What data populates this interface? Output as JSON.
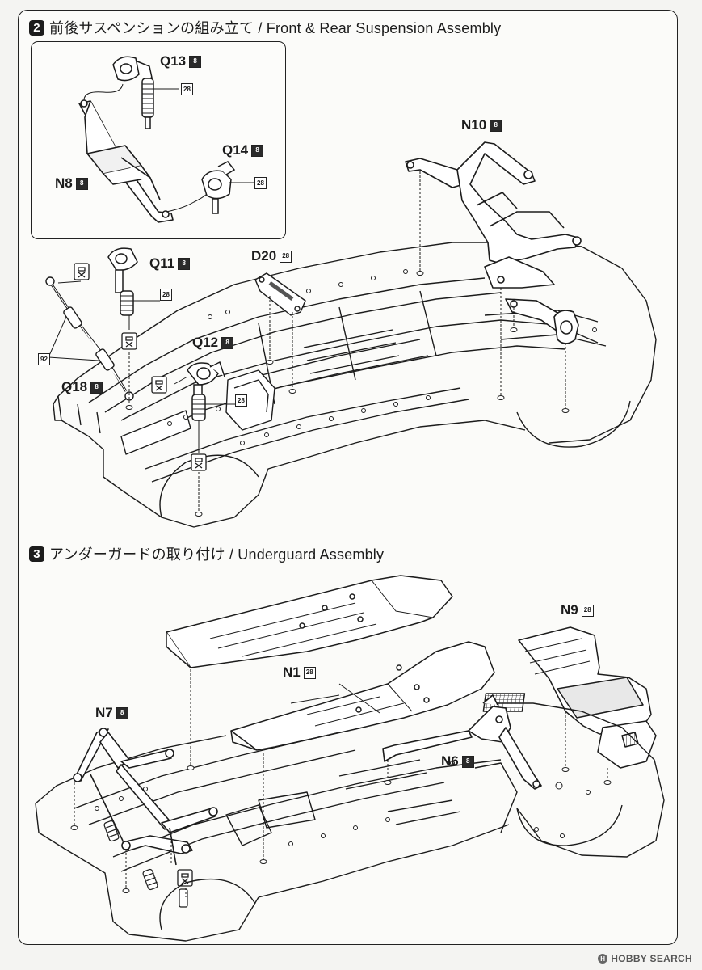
{
  "step2": {
    "number": "2",
    "title": "前後サスペンションの組み立て / Front & Rear Suspension Assembly"
  },
  "step3": {
    "number": "3",
    "title": "アンダーガードの取り付け / Underguard Assembly"
  },
  "material_tags": {
    "eight": "8",
    "twenty_eight": "28",
    "ninety_two": "92"
  },
  "parts": {
    "q13": "Q13",
    "q14": "Q14",
    "n8": "N8",
    "n10": "N10",
    "q11": "Q11",
    "d20": "D20",
    "q12": "Q12",
    "q18": "Q18",
    "n9": "N9",
    "n1": "N1",
    "n7": "N7",
    "n6": "N6"
  },
  "watermark": "HOBBY SEARCH",
  "colors": {
    "ink": "#1c1c1c",
    "paper": "#fbfbf9",
    "part_shade": "#6e6e6e"
  }
}
